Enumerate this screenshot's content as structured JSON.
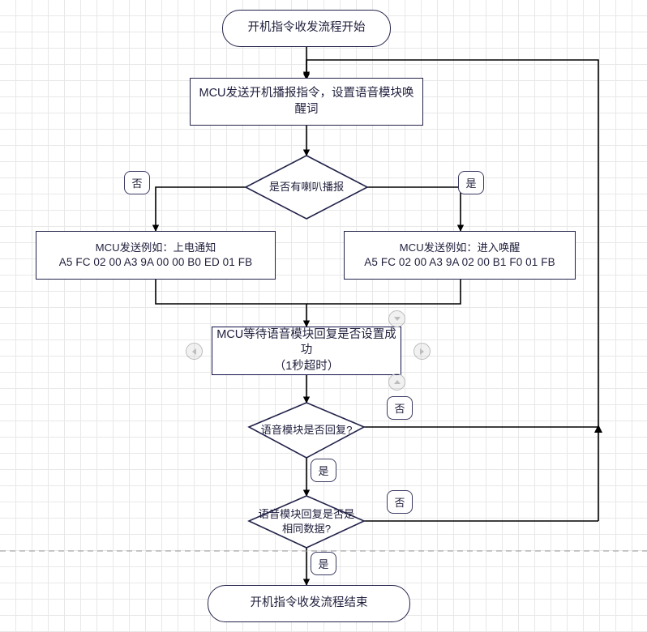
{
  "diagram": {
    "title": "开机指令收发流程",
    "colors": {
      "node_border": "#22224a",
      "edge": "#000000",
      "grid_minor": "#e8e8e8",
      "grid_major": "#d0d0d0",
      "page_break": "#9a9a9a",
      "handle": "#bdbdbd"
    },
    "nodes": {
      "start": {
        "text": "开机指令收发流程开始",
        "shape": "terminator"
      },
      "send_cmd": {
        "text": "MCU发送开机播报指令，设置语音模块唤醒词",
        "shape": "process"
      },
      "decide_speaker": {
        "text": "是否有喇叭播报",
        "shape": "decision"
      },
      "no_branch_box": {
        "line1": "MCU发送例如：上电通知",
        "line2": "A5 FC 02 00 A3 9A 00 00 B0 ED 01 FB",
        "shape": "process"
      },
      "yes_branch_box": {
        "line1": "MCU发送例如：进入唤醒",
        "line2": "A5 FC 02 00 A3 9A 02 00 B1 F0 01 FB",
        "shape": "process"
      },
      "wait_reply": {
        "line1": "MCU等待语音模块回复是否设置成功",
        "line2": "（1秒超时）",
        "shape": "process",
        "selected": true
      },
      "decide_reply": {
        "text": "语音模块是否回复?",
        "shape": "decision"
      },
      "decide_same": {
        "line1": "语音模块回复是否是",
        "line2": "相同数据?",
        "shape": "decision"
      },
      "end": {
        "text": "开机指令收发流程结束",
        "shape": "terminator"
      }
    },
    "edge_labels": {
      "speaker_no": "否",
      "speaker_yes": "是",
      "reply_no": "否",
      "reply_yes": "是",
      "same_no": "否",
      "same_yes": "是"
    },
    "selection_handles": [
      {
        "name": "arrow-down-handle",
        "dir": "down"
      },
      {
        "name": "arrow-up-handle",
        "dir": "up"
      },
      {
        "name": "arrow-left-handle",
        "dir": "left"
      },
      {
        "name": "arrow-right-handle",
        "dir": "right"
      }
    ]
  }
}
